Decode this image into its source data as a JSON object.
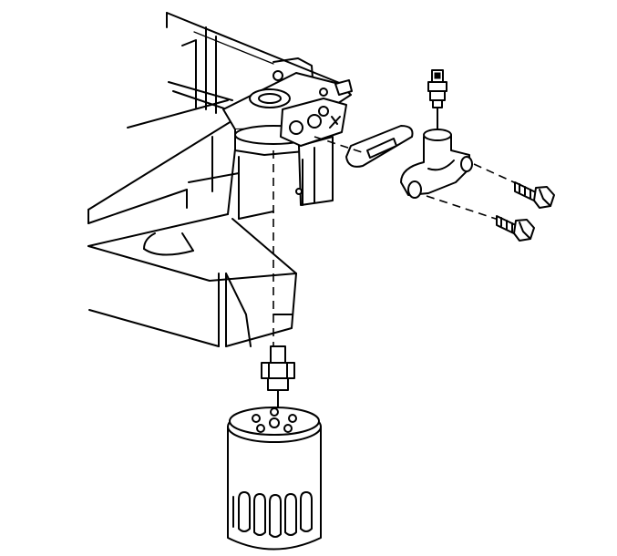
{
  "figure": {
    "type": "exploded-assembly-line-drawing",
    "components": [
      "engine-block",
      "filter-adapter-housing",
      "adapter-gasket",
      "oil-pressure-sensor",
      "sensor-tee-fitting",
      "bolt-upper",
      "bolt-lower",
      "connector-fitting",
      "oil-filter"
    ],
    "colors": {
      "ink": "#000000",
      "paper": "#ffffff"
    }
  }
}
